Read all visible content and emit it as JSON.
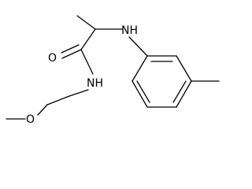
{
  "molecule": {
    "atoms": [
      {
        "id": "O_carbonyl",
        "label": "O"
      },
      {
        "id": "N_amine",
        "label": "NH"
      },
      {
        "id": "N_amide",
        "label": "NH"
      },
      {
        "id": "O_ether",
        "label": "O"
      }
    ],
    "colors": {
      "line": "#000000",
      "background": "#ffffff"
    }
  }
}
